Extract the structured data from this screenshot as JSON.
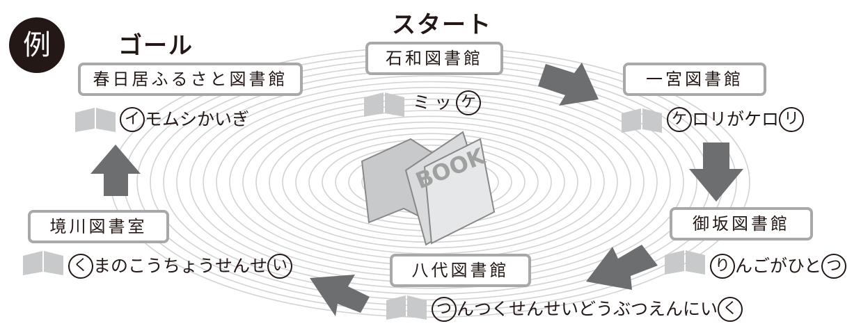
{
  "badge": "例",
  "goal_label": "ゴール",
  "start_label": "スタート",
  "center_book": "BOOK",
  "libraries": {
    "isawa": "石和図書館",
    "ichinomiya": "一宮図書館",
    "misaka": "御坂図書館",
    "yatsushiro": "八代図書館",
    "sakaigawa": "境川図書室",
    "kasugai": "春日居ふるさと図書館"
  },
  "words": {
    "isawa": {
      "pre": "ミッ",
      "last": "ケ"
    },
    "ichinomiya": {
      "first": "ケ",
      "mid": "ロリがケロ",
      "last": "リ"
    },
    "misaka": {
      "first": "り",
      "mid": "んごがひと",
      "last": "つ"
    },
    "yatsushiro": {
      "first": "つ",
      "mid": "んつくせんせいどうぶつえんにい",
      "last": "く"
    },
    "sakaigawa": {
      "first": "く",
      "mid": "まのこうちょうせんせ",
      "last": "い"
    },
    "kasugai": {
      "first": "イ",
      "mid": "モムシかいぎ"
    }
  },
  "colors": {
    "arrow": "#6d6e70",
    "box_border": "#a7a8aa",
    "book_icon": "#c8c9ca",
    "ring": "#d2d3d5"
  }
}
